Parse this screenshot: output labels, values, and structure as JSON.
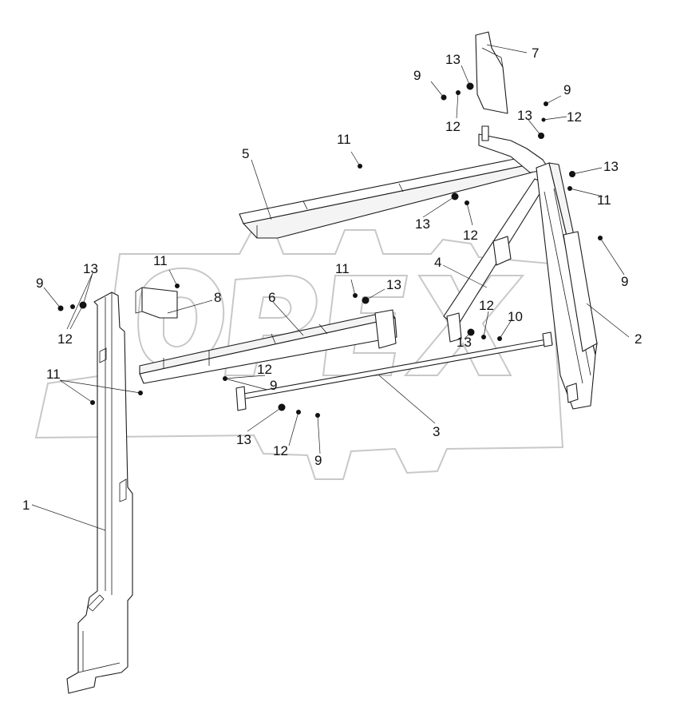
{
  "watermark": {
    "text": "OPEX",
    "color": "#c8c8c8"
  },
  "labels": [
    {
      "id": "1",
      "text": "1"
    },
    {
      "id": "2",
      "text": "2"
    },
    {
      "id": "3",
      "text": "3"
    },
    {
      "id": "4",
      "text": "4"
    },
    {
      "id": "5",
      "text": "5"
    },
    {
      "id": "6",
      "text": "6"
    },
    {
      "id": "7",
      "text": "7"
    },
    {
      "id": "8",
      "text": "8"
    },
    {
      "id": "9a",
      "text": "9"
    },
    {
      "id": "9b",
      "text": "9"
    },
    {
      "id": "9c",
      "text": "9"
    },
    {
      "id": "9d",
      "text": "9"
    },
    {
      "id": "9e",
      "text": "9"
    },
    {
      "id": "9f",
      "text": "9"
    },
    {
      "id": "10",
      "text": "10"
    },
    {
      "id": "11a",
      "text": "11"
    },
    {
      "id": "11b",
      "text": "11"
    },
    {
      "id": "11c",
      "text": "11"
    },
    {
      "id": "11d",
      "text": "11"
    },
    {
      "id": "11e",
      "text": "11"
    },
    {
      "id": "12a",
      "text": "12"
    },
    {
      "id": "12b",
      "text": "12"
    },
    {
      "id": "12c",
      "text": "12"
    },
    {
      "id": "12d",
      "text": "12"
    },
    {
      "id": "12e",
      "text": "12"
    },
    {
      "id": "12f",
      "text": "12"
    },
    {
      "id": "12g",
      "text": "12"
    },
    {
      "id": "13a",
      "text": "13"
    },
    {
      "id": "13b",
      "text": "13"
    },
    {
      "id": "13c",
      "text": "13"
    },
    {
      "id": "13d",
      "text": "13"
    },
    {
      "id": "13e",
      "text": "13"
    },
    {
      "id": "13f",
      "text": "13"
    },
    {
      "id": "13g",
      "text": "13"
    },
    {
      "id": "13h",
      "text": "13"
    }
  ]
}
